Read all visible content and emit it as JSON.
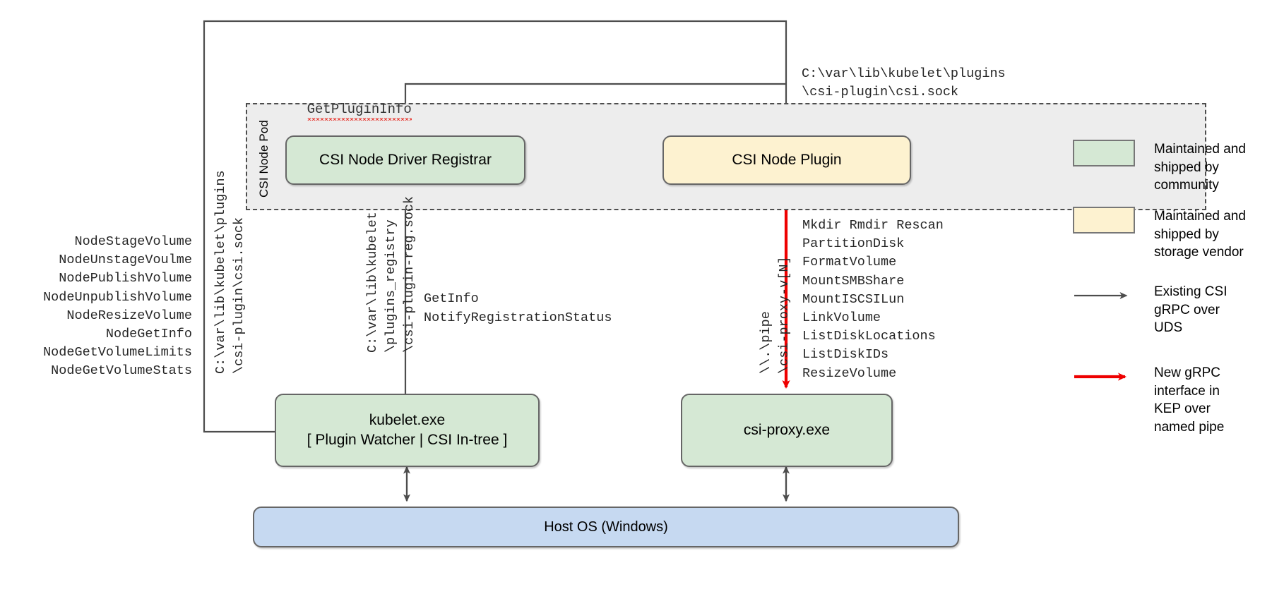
{
  "diagram": {
    "pod": {
      "label": "CSI Node Pod"
    },
    "nodes": {
      "registrar": "CSI Node Driver Registrar",
      "plugin": "CSI Node Plugin",
      "kubelet": "kubelet.exe\n[ Plugin Watcher | CSI In-tree ]",
      "csiproxy": "csi-proxy.exe",
      "hostos": "Host OS (Windows)"
    },
    "labels": {
      "get_plugin_info": "GetPluginInfo",
      "csi_sock_top": "C:\\var\\lib\\kubelet\\plugins\n\\csi-plugin\\csi.sock",
      "registrar_rpcs": "GetInfo\nNotifyRegistrationStatus",
      "rot_csi_plugin_sock": "C:\\var\\lib\\kubelet\\plugins\n\\csi-plugin\\csi.sock",
      "rot_plugins_registry": "C:\\var\\lib\\kubelet\n\\plugins_registry\n\\csi-plugin-reg.sock",
      "rot_named_pipe": "\\\\.\\pipe\n\\csi-proxy-v[N]"
    },
    "node_service_ops": [
      "NodeStageVolume",
      "NodeUnstageVoulme",
      "NodePublishVolume",
      "NodeUnpublishVolume",
      "NodeResizeVolume",
      "NodeGetInfo",
      "NodeGetVolumeLimits",
      "NodeGetVolumeStats"
    ],
    "csi_proxy_ops": [
      "Mkdir Rmdir Rescan",
      "PartitionDisk",
      "FormatVolume",
      "MountSMBShare",
      "MountISCSILun",
      "LinkVolume",
      "ListDiskLocations",
      "ListDiskIDs",
      "ResizeVolume"
    ],
    "legend": [
      {
        "kind": "swatch-green",
        "text": "Maintained and\nshipped by\ncommunity"
      },
      {
        "kind": "swatch-yellow",
        "text": "Maintained and\nshipped by\nstorage vendor"
      },
      {
        "kind": "arrow-gray",
        "text": "Existing CSI\ngRPC over\nUDS"
      },
      {
        "kind": "arrow-red",
        "text": "New gRPC\ninterface in\nKEP over\nnamed pipe"
      }
    ],
    "colors": {
      "community_green": "#d5e8d4",
      "vendor_yellow": "#fdf2d0",
      "host_blue": "#c6d9f1",
      "pod_gray": "#ededed",
      "existing_arrow": "#666666",
      "new_arrow": "#ee0000"
    }
  }
}
